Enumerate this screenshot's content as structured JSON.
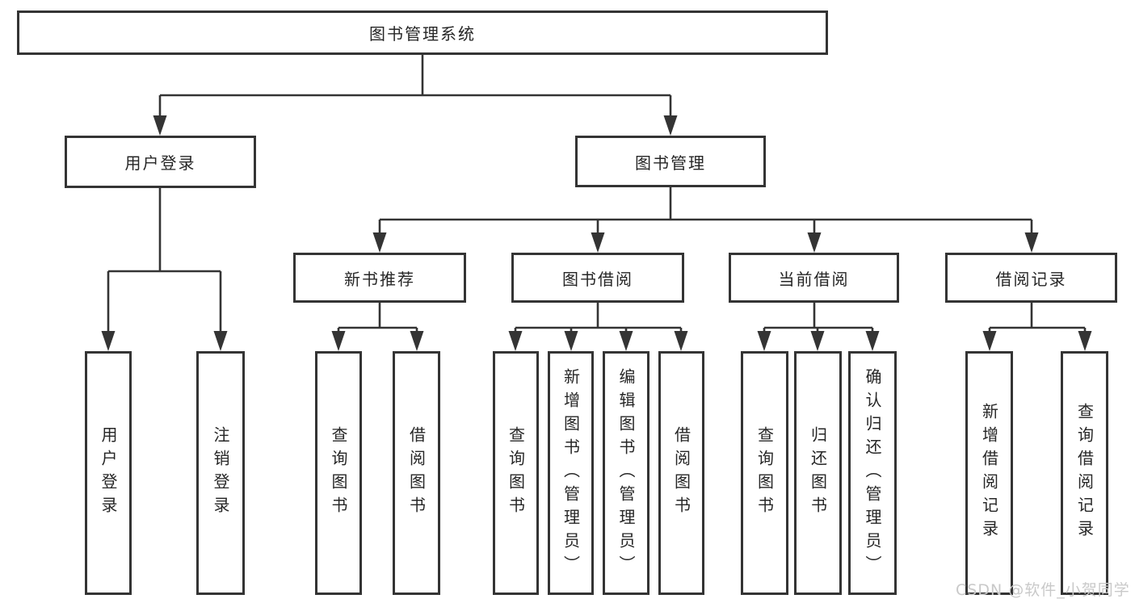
{
  "tree": {
    "label": "图书管理系统",
    "children": [
      {
        "label": "用户登录",
        "children": [
          {
            "label": "用户登录"
          },
          {
            "label": "注销登录"
          }
        ]
      },
      {
        "label": "图书管理",
        "children": [
          {
            "label": "新书推荐",
            "children": [
              {
                "label": "查询图书"
              },
              {
                "label": "借阅图书"
              }
            ]
          },
          {
            "label": "图书借阅",
            "children": [
              {
                "label": "查询图书"
              },
              {
                "label": "新增图书（管理员）"
              },
              {
                "label": "编辑图书（管理员）"
              },
              {
                "label": "借阅图书"
              }
            ]
          },
          {
            "label": "当前借阅",
            "children": [
              {
                "label": "查询图书"
              },
              {
                "label": "归还图书"
              },
              {
                "label": "确认归还（管理员）"
              }
            ]
          },
          {
            "label": "借阅记录",
            "children": [
              {
                "label": "新增借阅记录"
              },
              {
                "label": "查询借阅记录"
              }
            ]
          }
        ]
      }
    ]
  },
  "watermark": {
    "text": "CSDN @软件_小贺同学"
  },
  "colors": {
    "line": "#343434",
    "box_border": "#343434",
    "text": "#262626",
    "watermark_text": "#c9c9c9",
    "background": "#ffffff"
  }
}
